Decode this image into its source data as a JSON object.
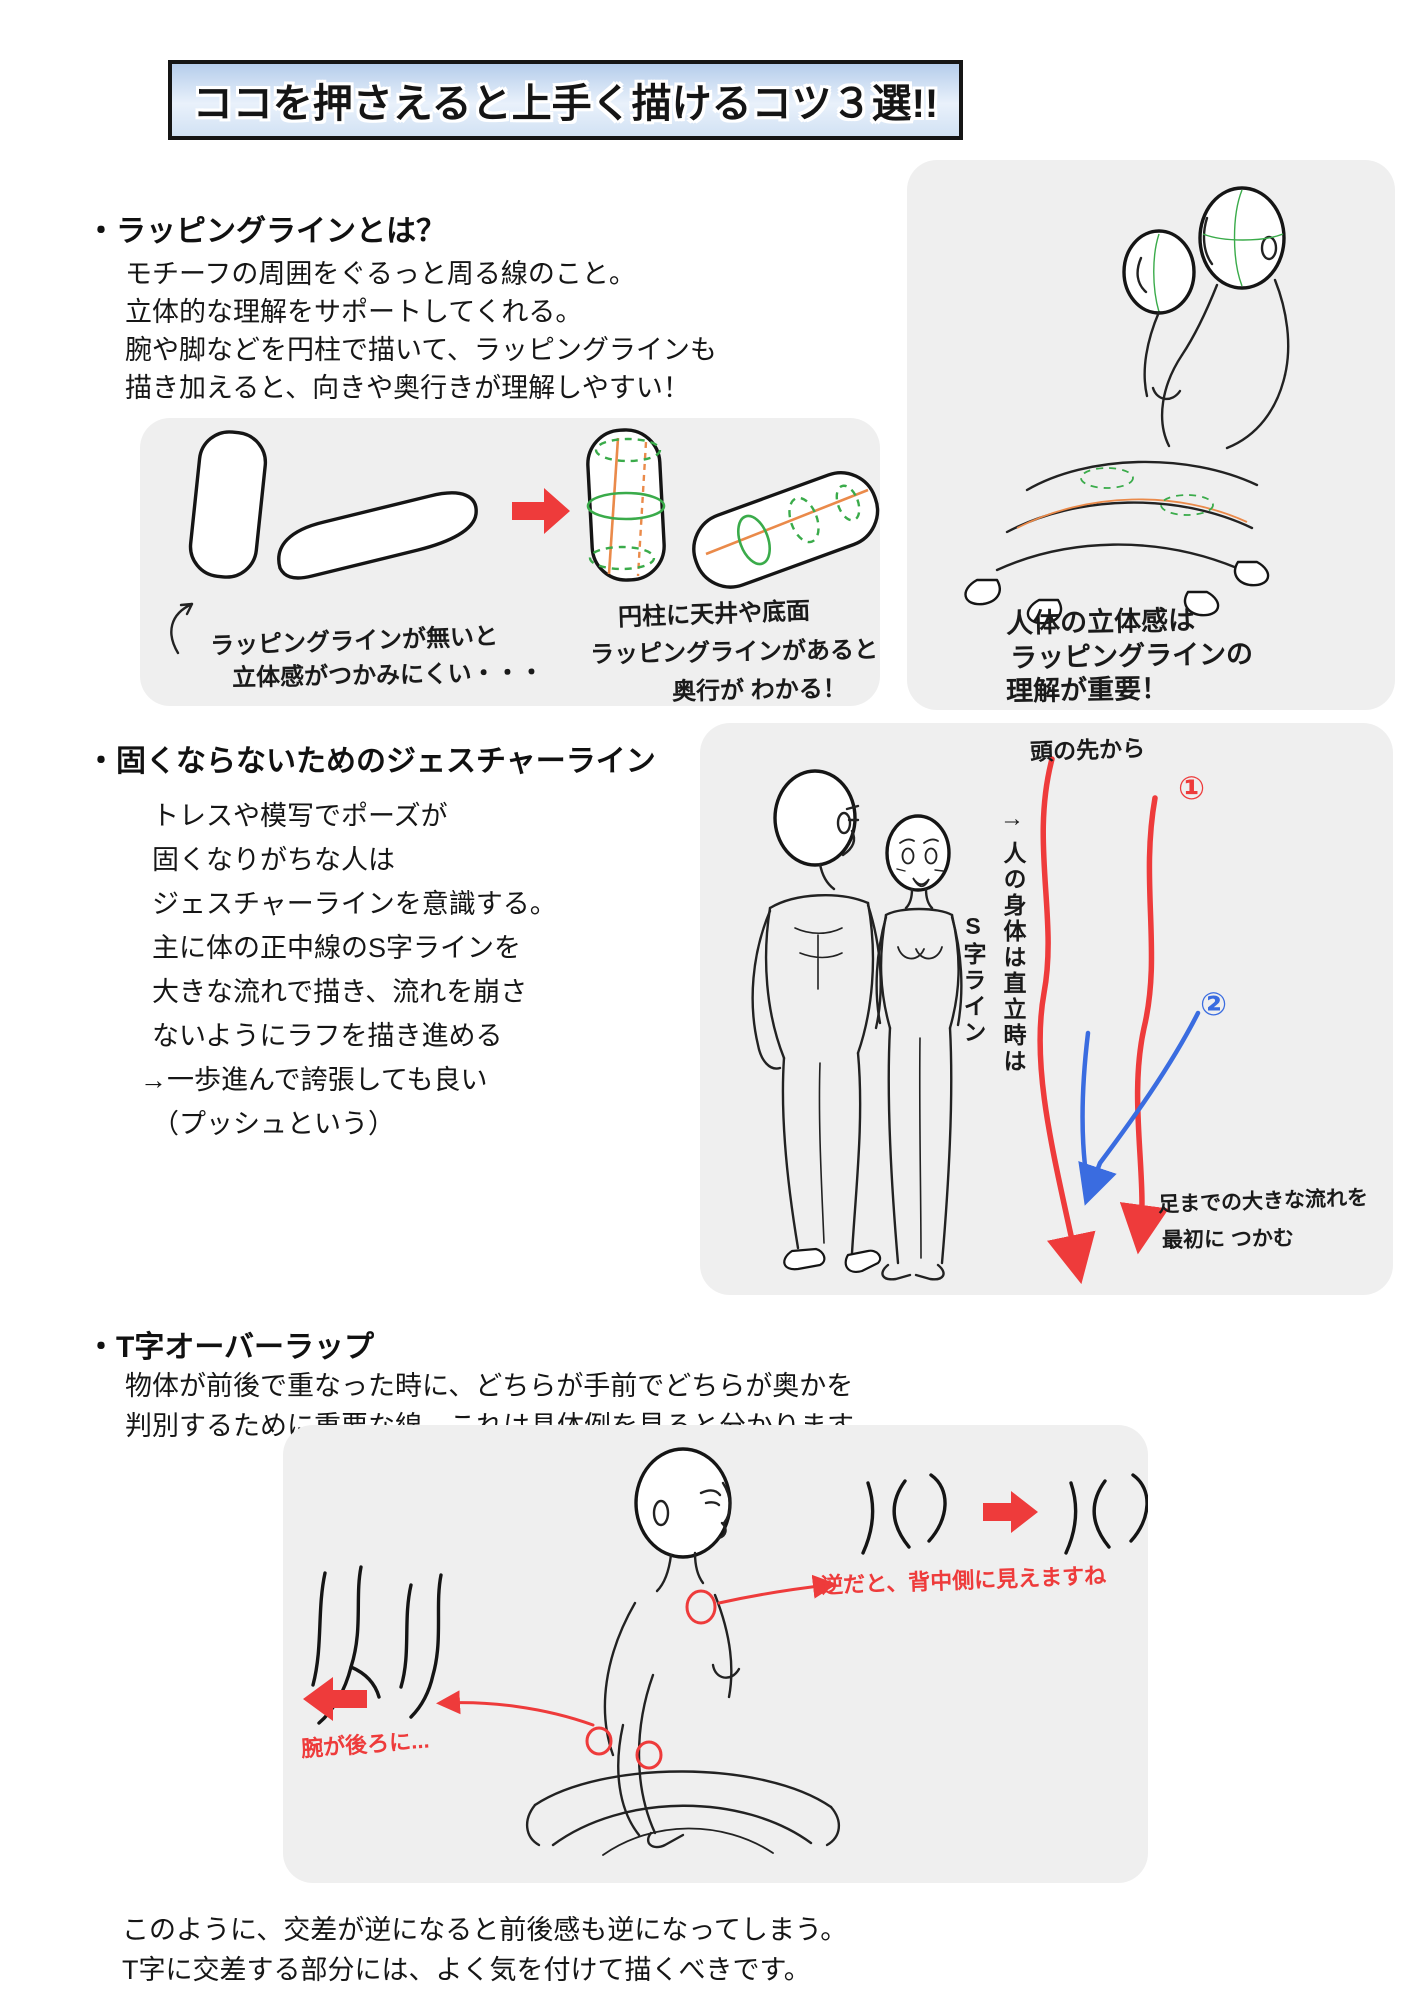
{
  "title": "ココを押さえると上手く描けるコツ３選!!",
  "colors": {
    "accent_red": "#ee3b3b",
    "accent_blue": "#3a6ce0",
    "guide_green": "#3aab4a",
    "guide_orange": "#ea8a4a",
    "panel_gray": "#efefef",
    "banner_blue_top": "#b5cdeb",
    "banner_blue_bottom": "#e9f1fb"
  },
  "sections": {
    "wrapping": {
      "heading": "・ラッピングラインとは？",
      "body": [
        "モチーフの周囲をぐるっと周る線のこと。",
        "立体的な理解をサポートしてくれる。",
        "腕や脚などを円柱で描いて、ラッピングラインも",
        "描き加えると、向きや奥行きが理解しやすい！"
      ],
      "note_left": [
        "ラッピングラインが無いと",
        "立体感がつかみにくい・・・"
      ],
      "note_mid": [
        "円柱に天井や底面",
        "ラッピングラインがあると",
        "奥行が わかる！"
      ],
      "note_right": [
        "人体の立体感は",
        "ラッピングラインの",
        "理解が重要！"
      ]
    },
    "gesture": {
      "heading": "・固くならないためのジェスチャーライン",
      "body": [
        "トレスや模写でポーズが",
        "固くなりがちな人は",
        "ジェスチャーラインを意識する。",
        "主に体の正中線のS字ラインを",
        "大きな流れで描き、流れを崩さ",
        "ないようにラフを描き進める",
        "→一歩進んで誇張しても良い",
        "（プッシュという）"
      ],
      "note_top": "頭の先から",
      "marker1": "①",
      "marker2": "②",
      "arrow_hint": "→",
      "note_vertical_1": "人の身体は直立時は",
      "note_vertical_2": "S字ライン",
      "note_bottom": [
        "足までの大きな流れを",
        "最初に つかむ"
      ]
    },
    "toverlap": {
      "heading": "・T字オーバーラップ",
      "body": [
        "物体が前後で重なった時に、どちらが手前でどちらが奥かを",
        "判別するために重要な線。これは具体例を見ると分かります。"
      ],
      "note_reverse": "逆だと、背中側に見えますね",
      "note_arm": "腕が後ろに...",
      "footer": [
        "このように、交差が逆になると前後感も逆になってしまう。",
        "T字に交差する部分には、よく気を付けて描くべきです。"
      ]
    }
  }
}
